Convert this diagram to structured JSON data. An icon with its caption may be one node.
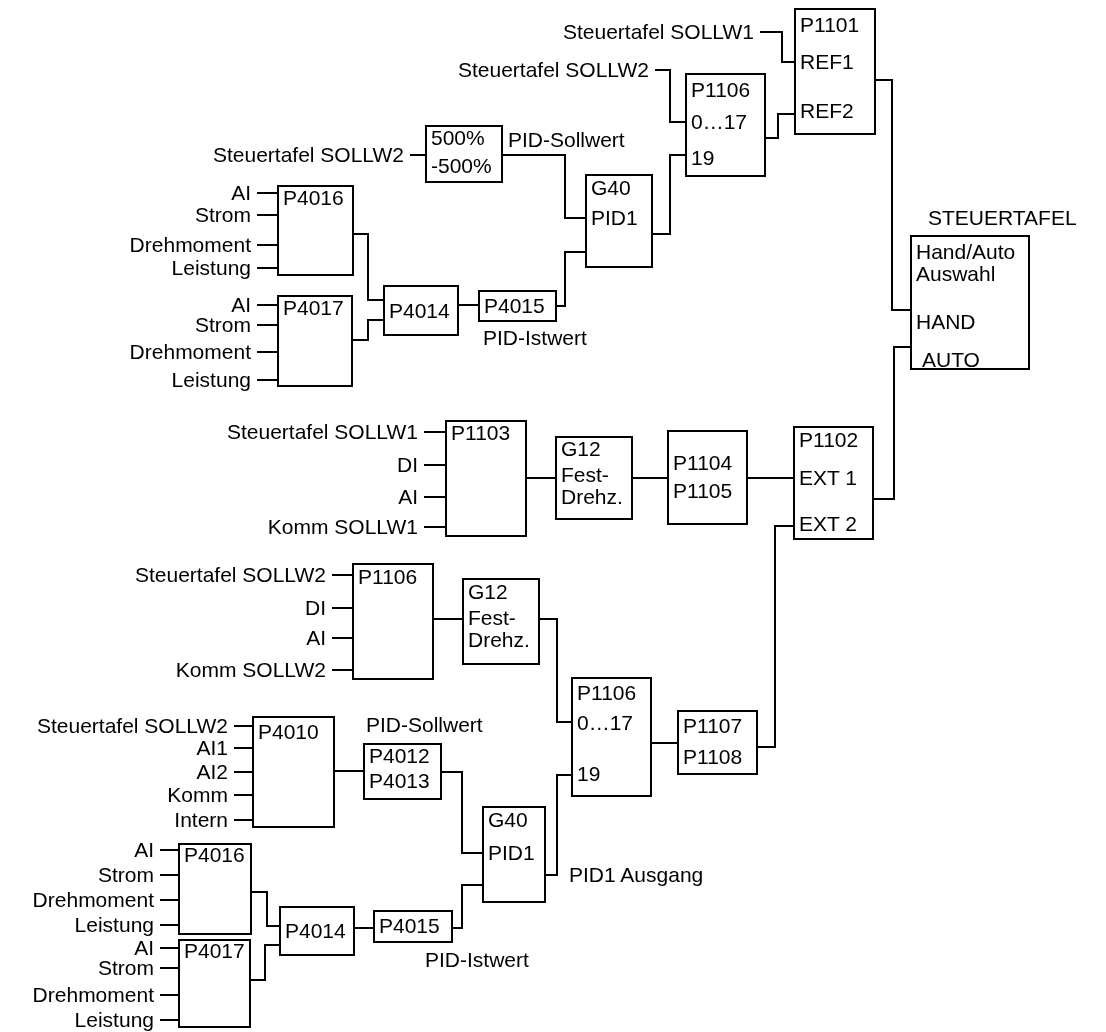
{
  "diagram": {
    "nodes": [
      {
        "text": [
          "Steuertafel SOLLW1"
        ]
      },
      {
        "text": [
          "Steuertafel SOLLW2"
        ]
      },
      {
        "text": [
          "Steuertafel SOLLW2"
        ]
      },
      {
        "text": [
          "500%",
          "-500%"
        ],
        "beside": [
          "PID-Sollwert"
        ]
      },
      {
        "text": [
          "AI"
        ]
      },
      {
        "text": [
          "Strom"
        ]
      },
      {
        "text": [
          "Drehmoment"
        ]
      },
      {
        "text": [
          "Leistung"
        ]
      },
      {
        "text": [
          "P4016"
        ]
      },
      {
        "text": [
          "AI"
        ]
      },
      {
        "text": [
          "Strom"
        ]
      },
      {
        "text": [
          "Drehmoment"
        ]
      },
      {
        "text": [
          "Leistung"
        ]
      },
      {
        "text": [
          "P4017"
        ]
      },
      {
        "text": [
          "P4014"
        ]
      },
      {
        "text": [
          "P4015"
        ],
        "beside": [
          "PID-Istwert"
        ]
      },
      {
        "text": [
          "G40",
          "PID1"
        ]
      },
      {
        "text": [
          "P1106",
          "0…17",
          "19"
        ]
      },
      {
        "text": [
          "P1101",
          "REF1",
          "REF2"
        ]
      },
      {
        "text": [
          "STEUERTAFEL",
          "Hand/Auto Auswahl",
          "HAND",
          "AUTO"
        ]
      },
      {
        "text": [
          "Steuertafel SOLLW1"
        ]
      },
      {
        "text": [
          "DI"
        ]
      },
      {
        "text": [
          "AI"
        ]
      },
      {
        "text": [
          "Komm SOLLW1"
        ]
      },
      {
        "text": [
          "P1103"
        ]
      },
      {
        "text": [
          "G12",
          "Fest-Drehz."
        ]
      },
      {
        "text": [
          "P1104",
          "P1105"
        ]
      },
      {
        "text": [
          "P1102",
          "EXT 1",
          "EXT 2"
        ]
      },
      {
        "text": [
          "Steuertafel SOLLW2"
        ]
      },
      {
        "text": [
          "DI"
        ]
      },
      {
        "text": [
          "AI"
        ]
      },
      {
        "text": [
          "Komm SOLLW2"
        ]
      },
      {
        "text": [
          "P1106"
        ]
      },
      {
        "text": [
          "G12",
          "Fest-Drehz."
        ]
      },
      {
        "text": [
          "P1106",
          "0…17",
          "19"
        ]
      },
      {
        "text": [
          "P1107",
          "P1108"
        ]
      },
      {
        "text": [
          "Steuertafel SOLLW2"
        ]
      },
      {
        "text": [
          "AI1"
        ]
      },
      {
        "text": [
          "AI2"
        ]
      },
      {
        "text": [
          "Komm"
        ]
      },
      {
        "text": [
          "Intern"
        ]
      },
      {
        "text": [
          "P4010"
        ]
      },
      {
        "text": [
          "P4012",
          "P4013"
        ],
        "beside": [
          "PID-Sollwert"
        ]
      },
      {
        "text": [
          "AI"
        ]
      },
      {
        "text": [
          "Strom"
        ]
      },
      {
        "text": [
          "Drehmoment"
        ]
      },
      {
        "text": [
          "Leistung"
        ]
      },
      {
        "text": [
          "P4016"
        ]
      },
      {
        "text": [
          "AI"
        ]
      },
      {
        "text": [
          "Strom"
        ]
      },
      {
        "text": [
          "Drehmoment"
        ]
      },
      {
        "text": [
          "Leistung"
        ]
      },
      {
        "text": [
          "P4017"
        ]
      },
      {
        "text": [
          "P4014"
        ]
      },
      {
        "text": [
          "P4015"
        ],
        "beside": [
          "PID-Istwert"
        ]
      },
      {
        "text": [
          "G40",
          "PID1"
        ]
      }
    ],
    "edges": [
      {
        "from": 0,
        "to": 18,
        "arrow": "none"
      },
      {
        "from": 1,
        "to": 17,
        "arrow": "none"
      },
      {
        "from": 2,
        "to": 3,
        "arrow": "none"
      },
      {
        "from": 4,
        "to": 8,
        "arrow": "none"
      },
      {
        "from": 5,
        "to": 8,
        "arrow": "none"
      },
      {
        "from": 6,
        "to": 8,
        "arrow": "none"
      },
      {
        "from": 7,
        "to": 8,
        "arrow": "none"
      },
      {
        "from": 9,
        "to": 13,
        "arrow": "none"
      },
      {
        "from": 10,
        "to": 13,
        "arrow": "none"
      },
      {
        "from": 11,
        "to": 13,
        "arrow": "none"
      },
      {
        "from": 12,
        "to": 13,
        "arrow": "none"
      },
      {
        "from": 8,
        "to": 14,
        "arrow": "none"
      },
      {
        "from": 13,
        "to": 14,
        "arrow": "none"
      },
      {
        "from": 14,
        "to": 15,
        "arrow": "none"
      },
      {
        "from": 3,
        "to": 16,
        "arrow": "none"
      },
      {
        "from": 15,
        "to": 16,
        "arrow": "none"
      },
      {
        "from": 16,
        "to": 17,
        "arrow": "none"
      },
      {
        "from": 17,
        "to": 18,
        "arrow": "none"
      },
      {
        "from": 18,
        "to": 19,
        "arrow": "none"
      },
      {
        "from": 20,
        "to": 24,
        "arrow": "none"
      },
      {
        "from": 21,
        "to": 24,
        "arrow": "none"
      },
      {
        "from": 22,
        "to": 24,
        "arrow": "none"
      },
      {
        "from": 23,
        "to": 24,
        "arrow": "none"
      },
      {
        "from": 24,
        "to": 25,
        "arrow": "none"
      },
      {
        "from": 25,
        "to": 26,
        "arrow": "none"
      },
      {
        "from": 26,
        "to": 27,
        "arrow": "none"
      },
      {
        "from": 27,
        "to": 19,
        "arrow": "none"
      },
      {
        "from": 28,
        "to": 32,
        "arrow": "none"
      },
      {
        "from": 29,
        "to": 32,
        "arrow": "none"
      },
      {
        "from": 30,
        "to": 32,
        "arrow": "none"
      },
      {
        "from": 31,
        "to": 32,
        "arrow": "none"
      },
      {
        "from": 32,
        "to": 33,
        "arrow": "none"
      },
      {
        "from": 33,
        "to": 34,
        "arrow": "none"
      },
      {
        "from": 34,
        "to": 35,
        "arrow": "none"
      },
      {
        "from": 35,
        "to": 27,
        "arrow": "none"
      },
      {
        "from": 36,
        "to": 41,
        "arrow": "none"
      },
      {
        "from": 37,
        "to": 41,
        "arrow": "none"
      },
      {
        "from": 38,
        "to": 41,
        "arrow": "none"
      },
      {
        "from": 39,
        "to": 41,
        "arrow": "none"
      },
      {
        "from": 40,
        "to": 41,
        "arrow": "none"
      },
      {
        "from": 41,
        "to": 42,
        "arrow": "none"
      },
      {
        "from": 42,
        "to": 55,
        "arrow": "none"
      },
      {
        "from": 43,
        "to": 47,
        "arrow": "none"
      },
      {
        "from": 44,
        "to": 47,
        "arrow": "none"
      },
      {
        "from": 45,
        "to": 47,
        "arrow": "none"
      },
      {
        "from": 46,
        "to": 47,
        "arrow": "none"
      },
      {
        "from": 48,
        "to": 52,
        "arrow": "none"
      },
      {
        "from": 49,
        "to": 52,
        "arrow": "none"
      },
      {
        "from": 50,
        "to": 52,
        "arrow": "none"
      },
      {
        "from": 51,
        "to": 52,
        "arrow": "none"
      },
      {
        "from": 47,
        "to": 53,
        "arrow": "none"
      },
      {
        "from": 52,
        "to": 53,
        "arrow": "none"
      },
      {
        "from": 53,
        "to": 54,
        "arrow": "none"
      },
      {
        "from": 54,
        "to": 55,
        "arrow": "none"
      },
      {
        "from": 55,
        "to": 34,
        "arrow": "none",
        "label": "PID1 Ausgang"
      }
    ]
  }
}
